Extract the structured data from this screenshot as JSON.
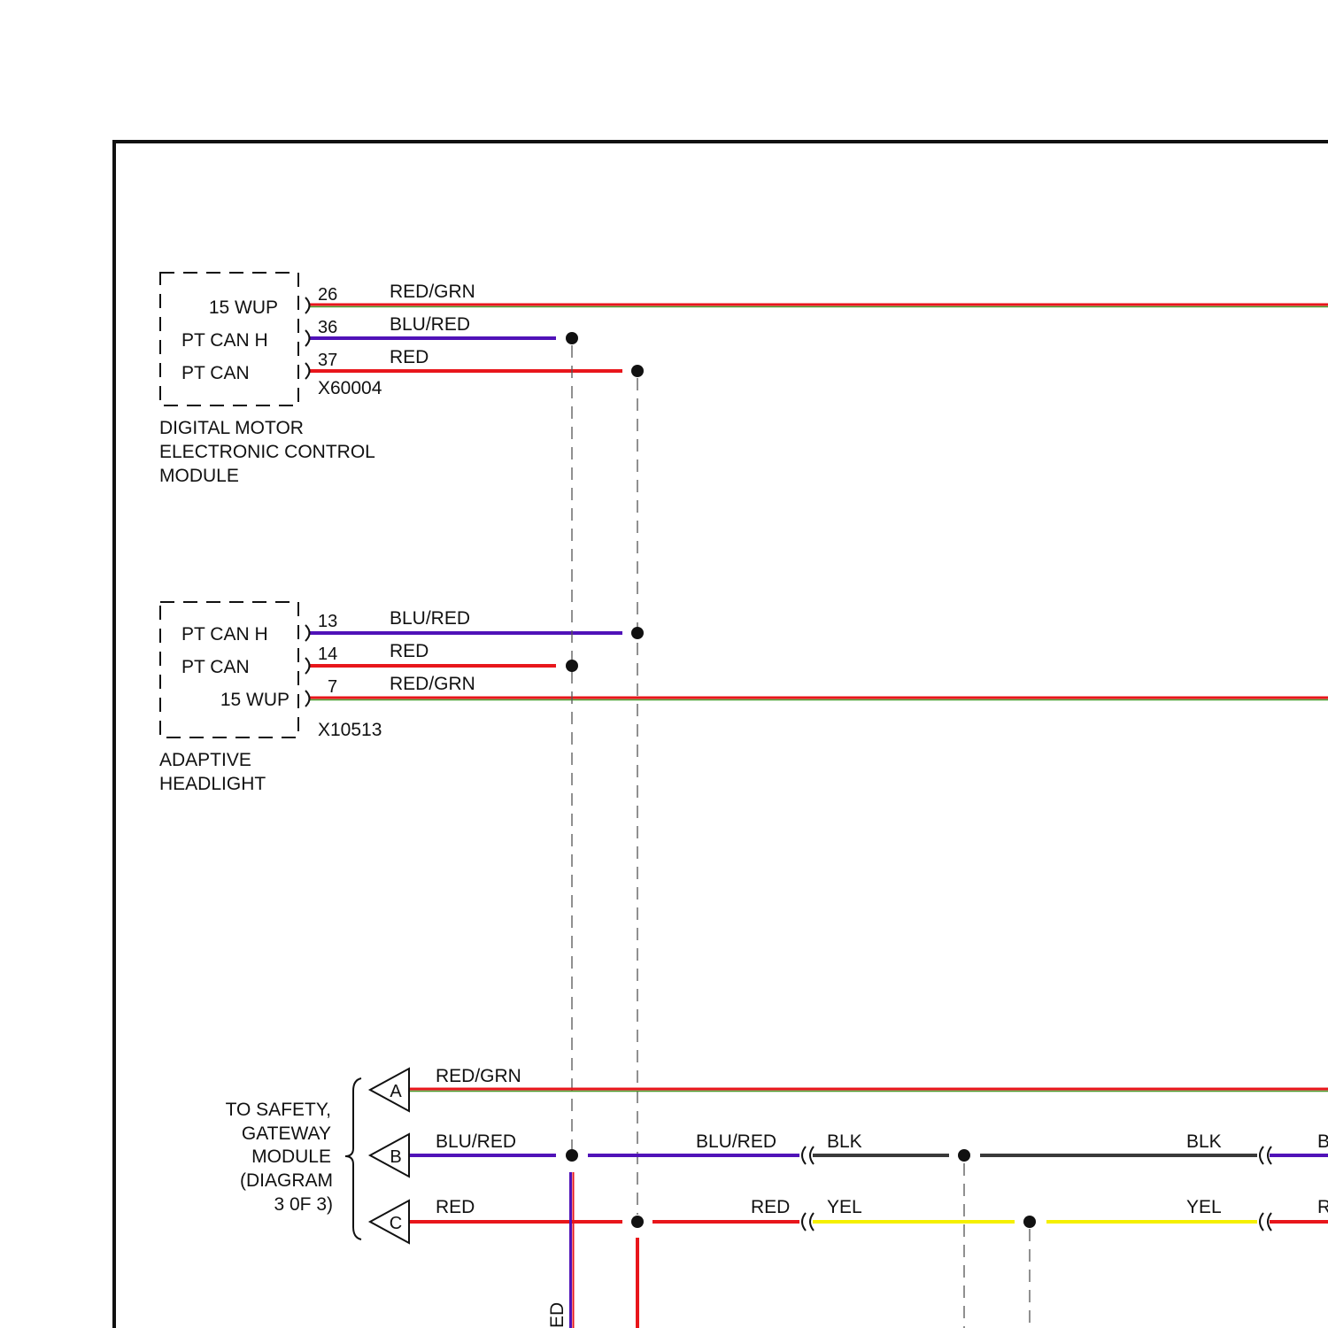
{
  "colors": {
    "red": "#e8161b",
    "blue": "#5012b8",
    "green": "#4a9a2c",
    "black": "#3a3a3a",
    "yellow": "#f5f000",
    "frame": "#111111",
    "dash": "#555555"
  },
  "dmecm": {
    "pins": [
      {
        "func": "15 WUP",
        "pin": "26",
        "wire": "RED/GRN"
      },
      {
        "func": "PT CAN H",
        "pin": "36",
        "wire": "BLU/RED"
      },
      {
        "func": "PT CAN",
        "pin": "37",
        "wire": "RED"
      }
    ],
    "connector": "X60004",
    "name_lines": [
      "DIGITAL MOTOR",
      "ELECTRONIC CONTROL",
      "MODULE"
    ]
  },
  "headlight": {
    "pins": [
      {
        "func": "PT CAN H",
        "pin": "13",
        "wire": "BLU/RED"
      },
      {
        "func": "PT CAN",
        "pin": "14",
        "wire": "RED"
      },
      {
        "func": "15 WUP",
        "pin": "7",
        "wire": "RED/GRN"
      }
    ],
    "connector": "X10513",
    "name_lines": [
      "ADAPTIVE",
      "HEADLIGHT"
    ]
  },
  "gateway": {
    "name_lines": [
      "TO SAFETY,",
      "GATEWAY",
      "MODULE",
      "(DIAGRAM",
      "3 0F 3)"
    ],
    "arrows": [
      {
        "letter": "A",
        "wire": "RED/GRN"
      },
      {
        "letter": "B",
        "wire": "BLU/RED"
      },
      {
        "letter": "C",
        "wire": "RED"
      }
    ]
  },
  "wire_b": {
    "seg1": "BLU/RED",
    "seg2": "BLK",
    "seg3": "BLK",
    "cut_right": "B"
  },
  "wire_c": {
    "seg1": "RED",
    "seg2": "YEL",
    "seg3": "YEL",
    "cut_right": "R"
  },
  "bottom_cut_label": "ED"
}
